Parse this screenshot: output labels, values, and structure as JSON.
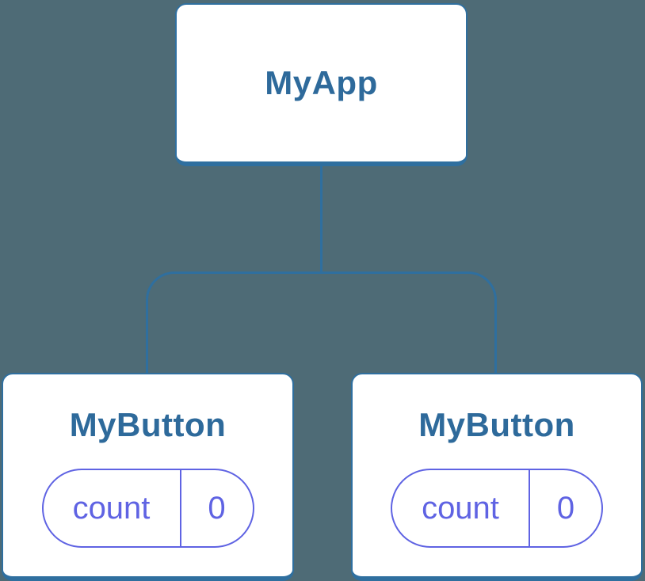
{
  "diagram": {
    "root": {
      "label": "MyApp"
    },
    "children": [
      {
        "label": "MyButton",
        "state": {
          "key": "count",
          "value": "0"
        }
      },
      {
        "label": "MyButton",
        "state": {
          "key": "count",
          "value": "0"
        }
      }
    ]
  },
  "colors": {
    "background": "#4e6b76",
    "node_bg": "#ffffff",
    "node_border": "#2f6f9f",
    "title_text": "#2e6a9b",
    "state_accent": "#5f63e3"
  }
}
